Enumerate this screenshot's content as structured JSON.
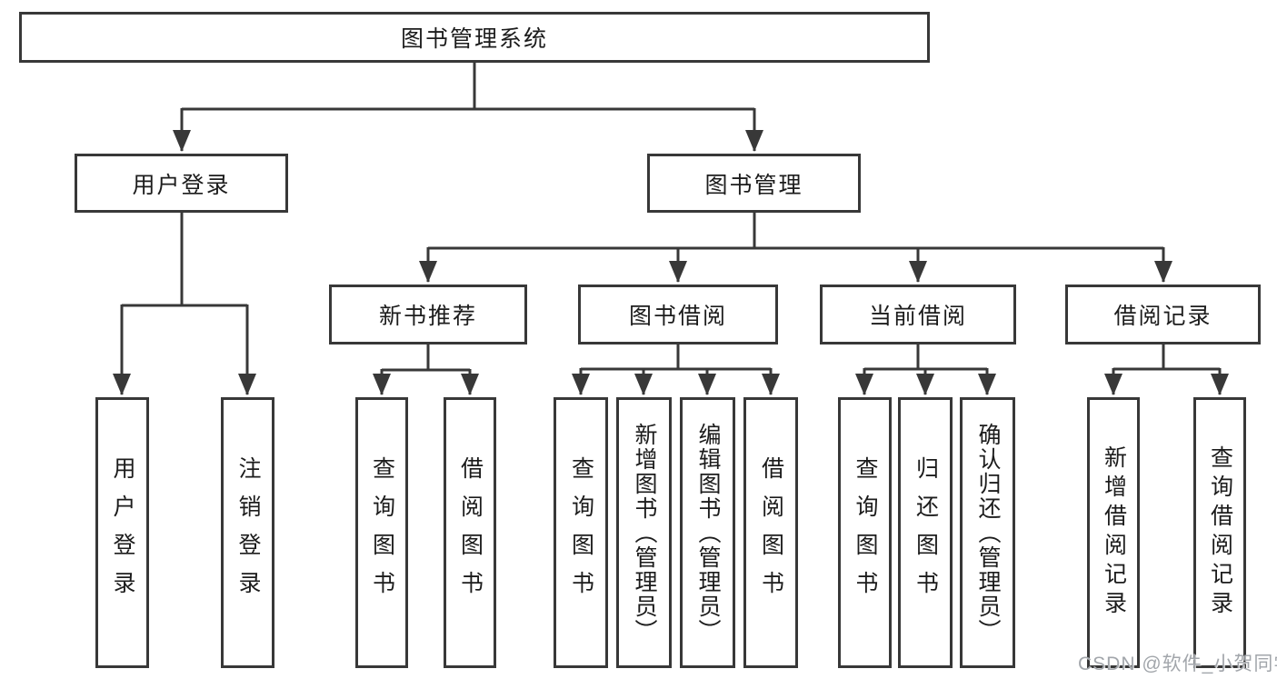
{
  "diagram": {
    "colors": {
      "line": "#383838",
      "text": "#1c1c1c",
      "watermark": "#a2a6ab",
      "background": "#ffffff"
    },
    "watermark": "CSDN @软件_小贺同学",
    "tree": {
      "root": "图书管理系统",
      "branches": [
        {
          "label": "用户登录",
          "children": [
            "用户登录",
            "注销登录"
          ]
        },
        {
          "label": "图书管理",
          "modules": [
            {
              "label": "新书推荐",
              "children": [
                "查询图书",
                "借阅图书"
              ]
            },
            {
              "label": "图书借阅",
              "children": [
                "查询图书",
                "新增图书（管理员）",
                "编辑图书（管理员）",
                "借阅图书"
              ]
            },
            {
              "label": "当前借阅",
              "children": [
                "查询图书",
                "归还图书",
                "确认归还（管理员）"
              ]
            },
            {
              "label": "借阅记录",
              "children": [
                "新增借阅记录",
                "查询借阅记录"
              ]
            }
          ]
        }
      ]
    }
  }
}
